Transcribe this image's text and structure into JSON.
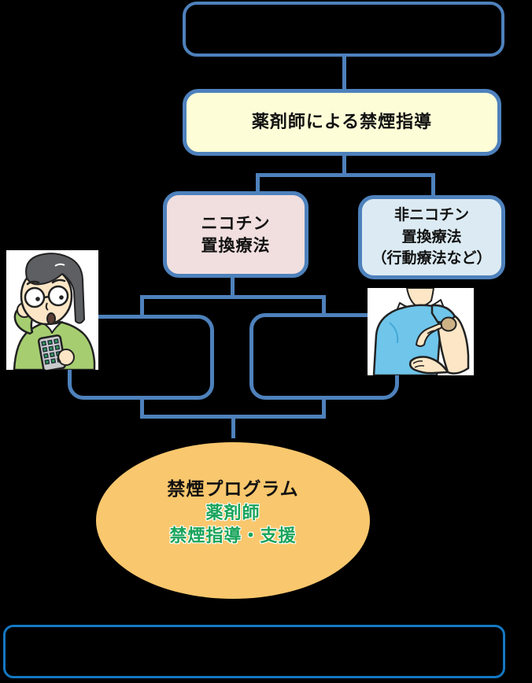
{
  "colors": {
    "background": "#000000",
    "line_blue": "#4E81BC",
    "bottom_box_blue": "#1478C2",
    "yellow_fill": "#FDFDD7",
    "pink_fill": "#F1DEDE",
    "lightblue_fill": "#DCEBF3",
    "orange_fill": "#F9C76D",
    "green_text": "#19A45B",
    "black_text": "#111111"
  },
  "diagram": {
    "top_box": {
      "label": ""
    },
    "pharmacist_guidance": {
      "label": "薬剤師による禁煙指導"
    },
    "nicotine_replacement": {
      "line1": "ニコチン",
      "line2": "置換療法"
    },
    "non_nicotine_replacement": {
      "line1": "非ニコチン",
      "line2": "置換療法",
      "line3": "（行動療法など）"
    },
    "left_option_box": {
      "label": ""
    },
    "right_option_box": {
      "label": ""
    },
    "program": {
      "title": "禁煙プログラム",
      "line1": "薬剤師",
      "line2": "禁煙指導・支援"
    },
    "bottom_box": {
      "label": ""
    },
    "illustrations": {
      "left": "man-taking-nicotine-gum-illustration",
      "right": "applying-nicotine-patch-to-arm-illustration"
    }
  }
}
